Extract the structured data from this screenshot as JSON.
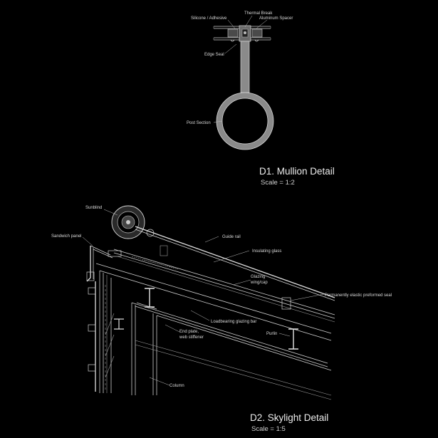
{
  "mullion": {
    "title": "D1. Mullion Detail",
    "scale": "Scale = 1:2",
    "labels": {
      "thermal_break": "Thermal Break",
      "silicone": "Silicone / Adhesive",
      "aluminum_spacer": "Aluminum Spacer",
      "edge_seal": "Edge Seal",
      "post_section": "Post Section"
    }
  },
  "skylight": {
    "title": "D2. Skylight Detail",
    "scale": "Scale = 1:5",
    "labels": {
      "sunblind": "Sunblind",
      "sandwich_panel": "Sandwich panel",
      "guide_rail": "Guide rail",
      "insulating_glass": "Insulating glass",
      "glazing_wing_1": "Glazing",
      "glazing_wing_2": "wing/cap",
      "preformed_seal": "Permanently elastic preformed seal",
      "loadbearing_bar": "Loadbearing glazing bar",
      "end_plate_1": "End plate,",
      "end_plate_2": "web stiffener",
      "purlin": "Purlin",
      "column": "Column"
    }
  },
  "colors": {
    "background": "#000000",
    "lines": "#cfcfcf",
    "post_fill": "#8a8a8a"
  }
}
